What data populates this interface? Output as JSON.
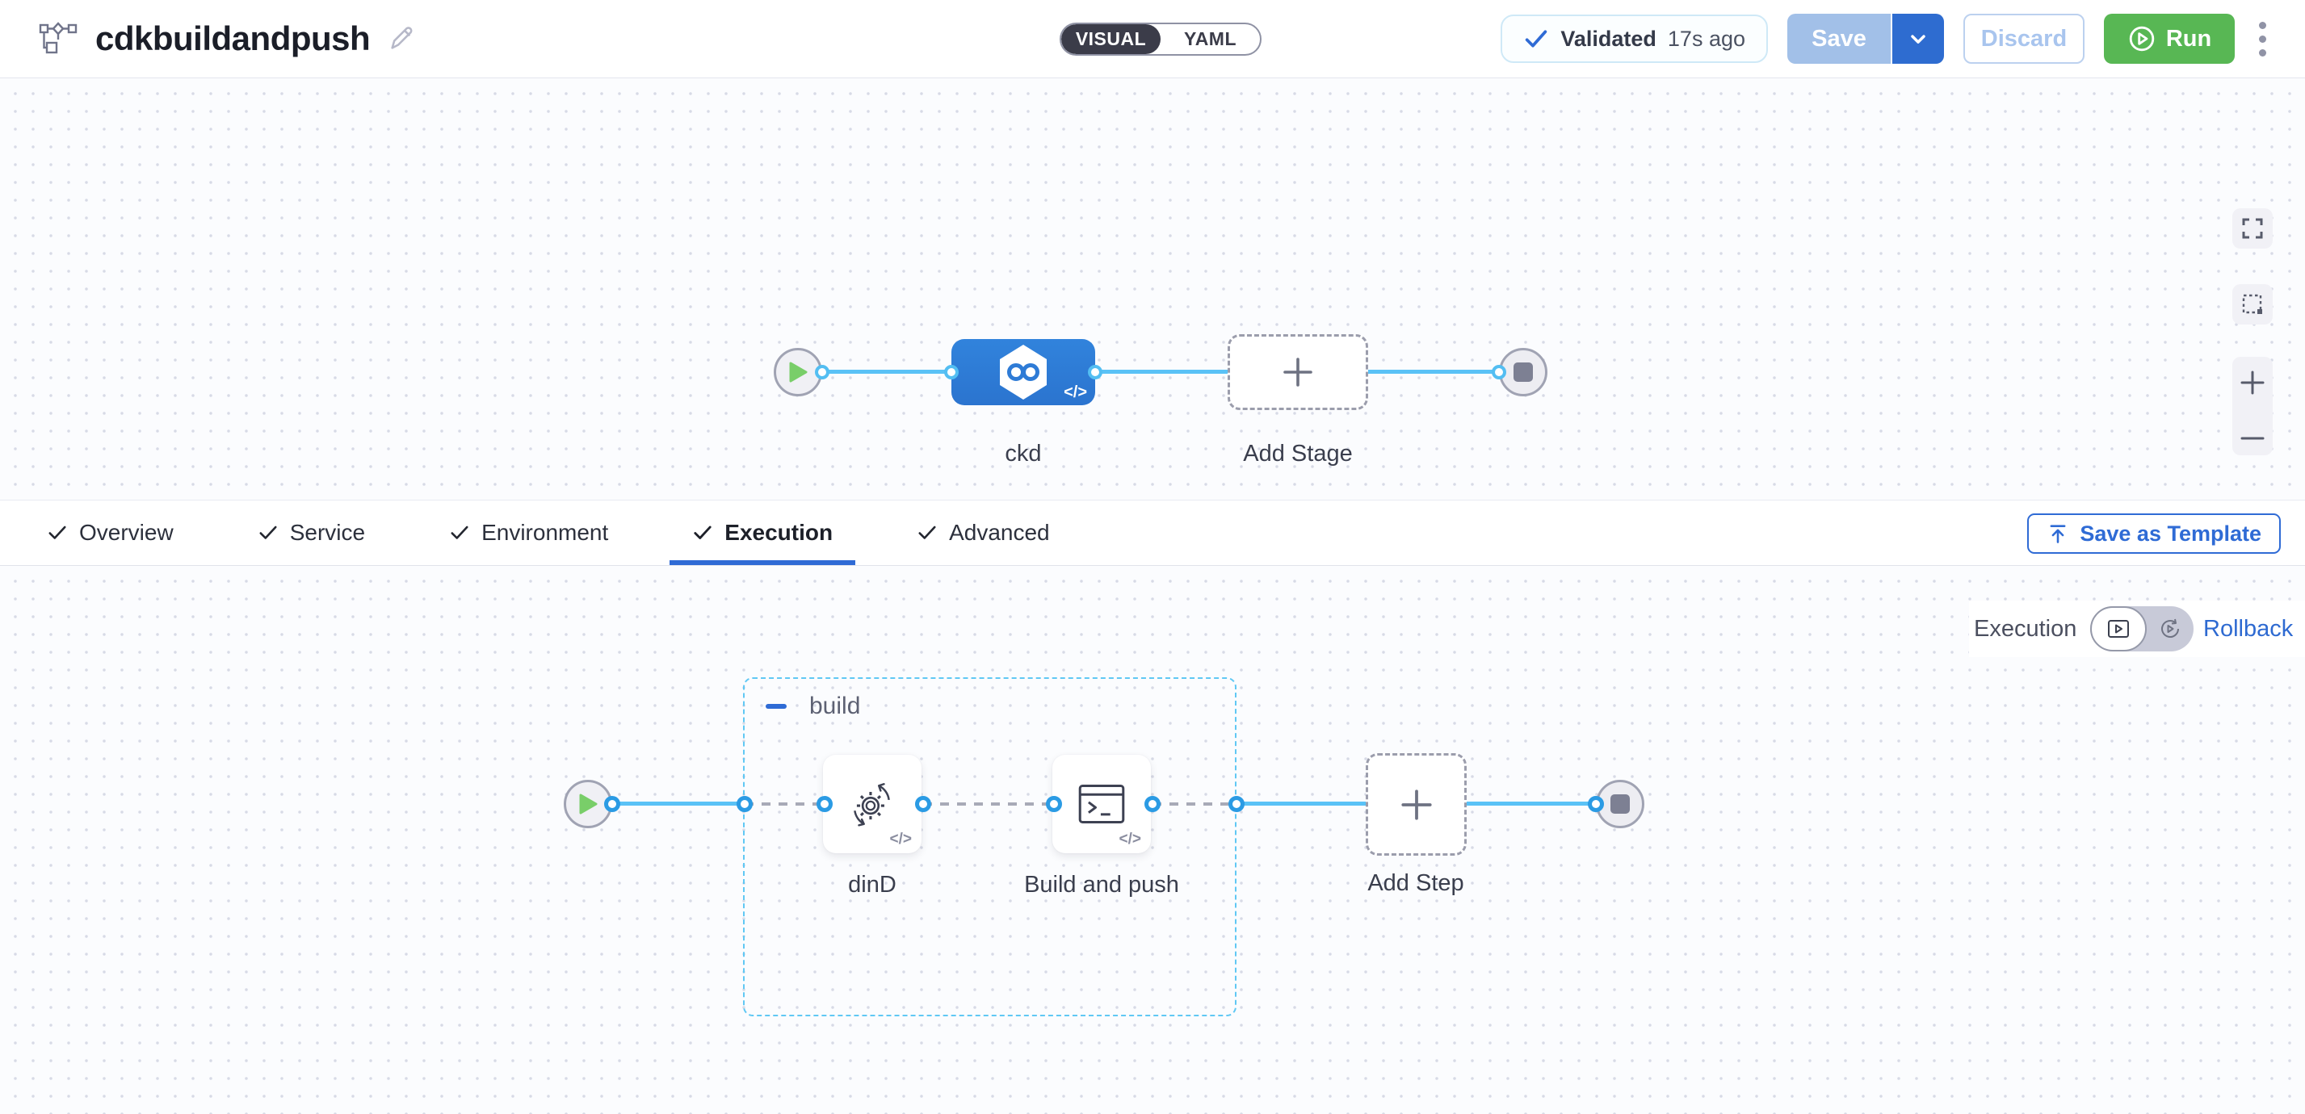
{
  "header": {
    "title": "cdkbuildandpush",
    "mode_toggle": {
      "visual_label": "VISUAL",
      "yaml_label": "YAML",
      "selected": "VISUAL"
    },
    "validated_badge": {
      "label": "Validated",
      "time_ago": "17s ago"
    },
    "save_button": "Save",
    "discard_button": "Discard",
    "run_button": "Run"
  },
  "pipeline_canvas": {
    "stages": [
      {
        "name": "ckd",
        "type": "ci-stage"
      }
    ],
    "add_stage_label": "Add Stage"
  },
  "tabs": {
    "items": [
      {
        "label": "Overview",
        "checked": true,
        "active": false
      },
      {
        "label": "Service",
        "checked": true,
        "active": false
      },
      {
        "label": "Environment",
        "checked": true,
        "active": false
      },
      {
        "label": "Execution",
        "checked": true,
        "active": true
      },
      {
        "label": "Advanced",
        "checked": true,
        "active": false
      }
    ],
    "save_as_template_button": "Save as Template"
  },
  "execution_panel": {
    "mode_label": "Execution",
    "rollback_link": "Rollback",
    "step_group": {
      "name": "build",
      "collapsed": false
    },
    "steps": [
      {
        "name": "dinD"
      },
      {
        "name": "Build and push"
      }
    ],
    "add_step_label": "Add Step"
  },
  "icons": {
    "code_glyph": "</>"
  },
  "colors": {
    "primary_blue": "#2f6bd5",
    "stage_node_blue": "#2e7bd6",
    "connector_blue": "#5ac2f6",
    "run_green": "#58b754",
    "save_disabled_blue": "#a2c0e8",
    "toggle_dark": "#3b3c49"
  }
}
